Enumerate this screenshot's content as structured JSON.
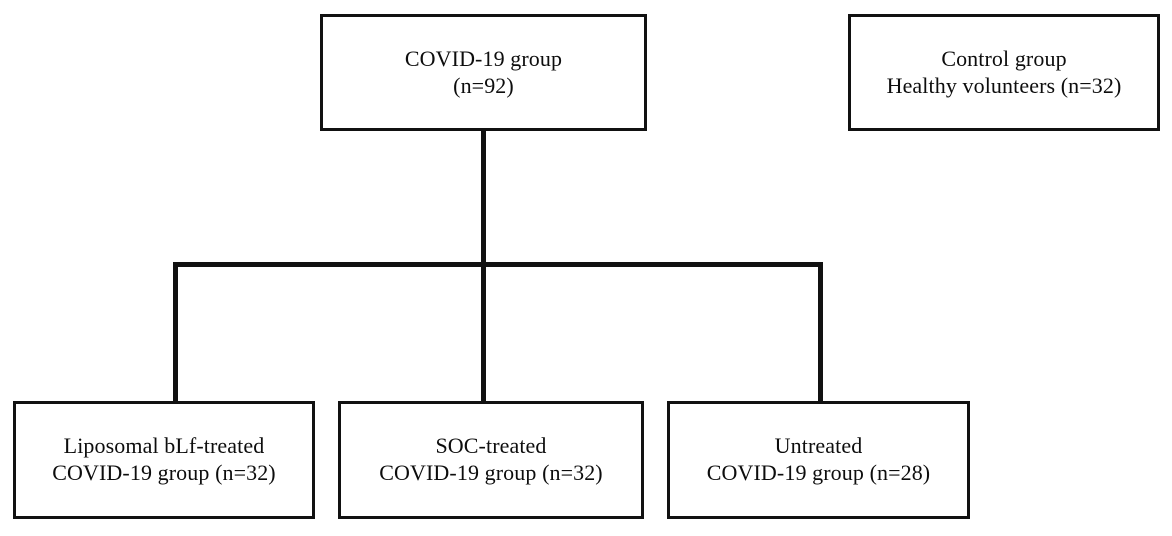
{
  "figure": {
    "type": "flowchart",
    "title": "Study group allocation flow diagram",
    "background_color": "#ffffff",
    "line_color": "#111111",
    "text_color": "#0d0d0d"
  },
  "nodes": {
    "covid_root": {
      "line1": "COVID-19 group",
      "line2": "(n=92)",
      "n": 92
    },
    "control": {
      "line1": "Control group",
      "line2": "Healthy volunteers (n=32)",
      "n": 32
    },
    "blf": {
      "line1": "Liposomal bLf-treated",
      "line2": "COVID-19 group (n=32)",
      "n": 32
    },
    "soc": {
      "line1": "SOC-treated",
      "line2": "COVID-19 group (n=32)",
      "n": 32
    },
    "untreated": {
      "line1": "Untreated",
      "line2": "COVID-19 group (n=28)",
      "n": 28
    }
  },
  "connectors": {
    "root_stem": "vertical-stem-from-covid-group",
    "branch_bar": "horizontal-branch-bar",
    "drop_left": "drop-to-liposomal-blf-group",
    "drop_center": "drop-to-soc-group",
    "drop_right": "drop-to-untreated-group"
  }
}
